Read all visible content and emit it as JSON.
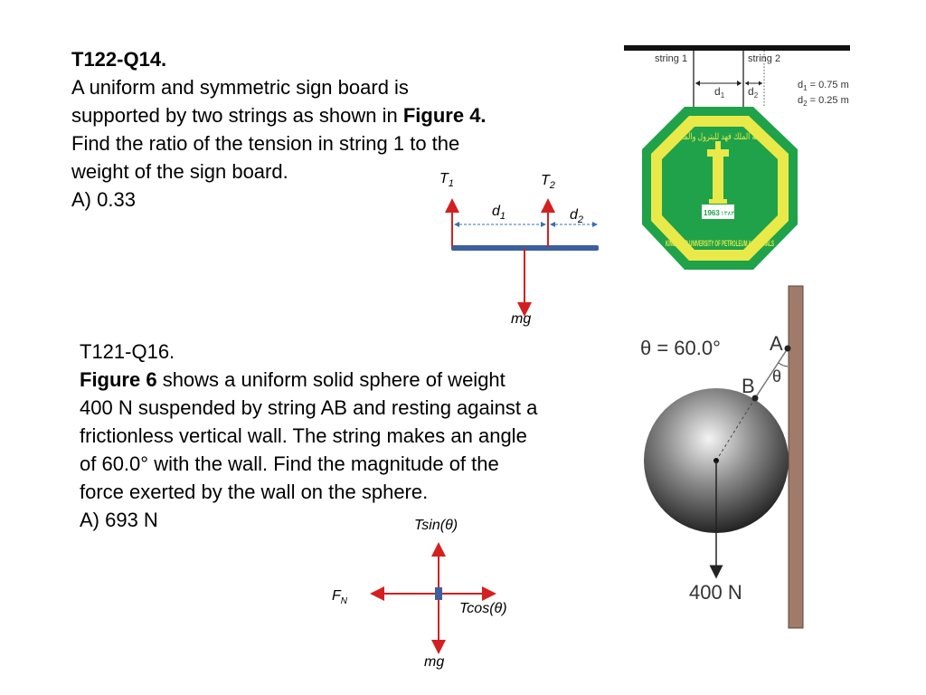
{
  "q1": {
    "code": "T122-Q14.",
    "line1": "A uniform and symmetric sign board is",
    "line2_pre": "supported by two strings as shown in ",
    "line2_bold": "Figure 4.",
    "line3": "Find the ratio of the tension in string 1 to the",
    "line4": "weight of the sign board.",
    "answer": "A) 0.33"
  },
  "fbd1": {
    "t1": "T",
    "t1_sub": "1",
    "t2": "T",
    "t2_sub": "2",
    "d1": "d",
    "d1_sub": "1",
    "d2": "d",
    "d2_sub": "2",
    "mg": "mg"
  },
  "fig4": {
    "string1": "string 1",
    "string2": "string 2",
    "d1": "d",
    "d1_sub": "1",
    "d2": "d",
    "d2_sub": "2",
    "d1_val_pre": "d",
    "d1_val_sub": "1",
    "d1_val_post": " = 0.75 m",
    "d2_val_pre": "d",
    "d2_val_sub": "2",
    "d2_val_post": " = 0.25 m",
    "logo_year": "1963",
    "logo_arabic_year": "١٣٨٣",
    "logo_text": "KING FAHD UNIVERSITY OF PETROLEUM & MINERALS",
    "logo_arabic": "جامعة الملك فهد للبترول والمعادن",
    "green": "#1fa24a",
    "yellow": "#e9e94a"
  },
  "q2": {
    "code": "T121-Q16.",
    "line1_bold": "Figure 6",
    "line1_rest": " shows a uniform solid sphere of weight",
    "line2": "400 N suspended by string AB and resting against a",
    "line3": "frictionless vertical wall. The string makes an angle",
    "line4": "of 60.0° with the wall. Find the magnitude of the",
    "line5": "force exerted by the wall on the sphere.",
    "answer": "A) 693 N"
  },
  "fbd2": {
    "tsin": "Tsin(θ)",
    "tcos": "Tcos(θ)",
    "fn": "F",
    "fn_sub": "N",
    "mg": "mg"
  },
  "fig6": {
    "theta_label": "θ = 60.0°",
    "a": "A",
    "b": "B",
    "theta": "θ",
    "weight": "400 N",
    "wall_color": "#a07b6a"
  }
}
